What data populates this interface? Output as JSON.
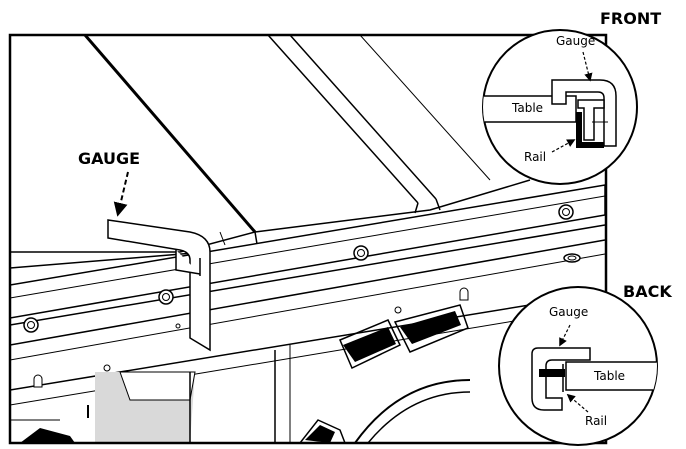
{
  "labels": {
    "main_gauge": "GAUGE",
    "front_title": "FRONT",
    "back_title": "BACK"
  },
  "front_detail": {
    "gauge": "Gauge",
    "table": "Table",
    "rail": "Rail"
  },
  "back_detail": {
    "gauge": "Gauge",
    "table": "Table",
    "rail": "Rail"
  },
  "colors": {
    "line": "#000000",
    "background": "#ffffff",
    "shadow": "#d9d9d9"
  }
}
